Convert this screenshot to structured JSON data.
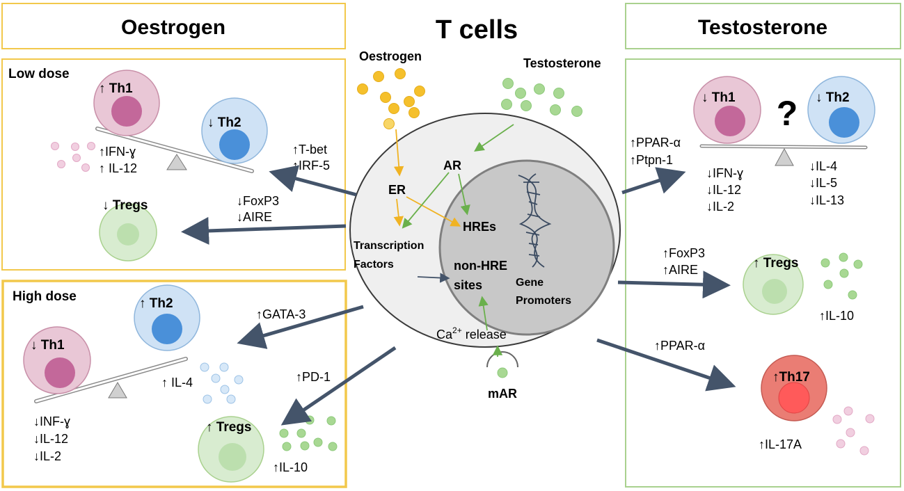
{
  "titles": {
    "oestrogen": "Oestrogen",
    "tcells": "T cells",
    "testosterone": "Testosterone"
  },
  "oestrogen_panel": {
    "low_dose": {
      "label": "Low dose",
      "th1": "↑ Th1",
      "th2": "↓ Th2",
      "cytokines": [
        "↑IFN-ɣ",
        "↑ IL-12"
      ],
      "tregs": "↓ Tregs",
      "th_factors": [
        "↑T-bet",
        "↑IRF-5"
      ],
      "treg_factors": [
        "↓FoxP3",
        "↓AIRE"
      ]
    },
    "high_dose": {
      "label": "High dose",
      "th1": "↓ Th1",
      "th2": "↑ Th2",
      "th2_factor": "↑GATA-3",
      "th2_cytokine": "↑ IL-4",
      "th1_cytokines": [
        "↓INF-ɣ",
        "↓IL-12",
        "↓IL-2"
      ],
      "tregs": "↑ Tregs",
      "treg_factor": "↑PD-1",
      "treg_cytokine": "↑IL-10"
    }
  },
  "tcell": {
    "oestrogen_label": "Oestrogen",
    "testosterone_label": "Testosterone",
    "er": "ER",
    "ar": "AR",
    "hres": "HREs",
    "tf_lines": [
      "Transcription",
      "Factors"
    ],
    "non_hre_lines": [
      "non-HRE",
      "sites"
    ],
    "gene_lines": [
      "Gene",
      "Promoters"
    ],
    "ca_base": "Ca",
    "ca_sup": "2+",
    "ca_rest": " release",
    "mar": "mAR"
  },
  "testosterone_panel": {
    "th1": "↓ Th1",
    "th2": "↓ Th2",
    "question": "?",
    "factors": [
      "↑PPAR-α",
      "↑Ptpn-1"
    ],
    "th1_cytokines": [
      "↓IFN-ɣ",
      "↓IL-12",
      "↓IL-2"
    ],
    "th2_cytokines": [
      "↓IL-4",
      "↓IL-5",
      "↓IL-13"
    ],
    "treg_factors": [
      "↑FoxP3",
      "↑AIRE"
    ],
    "tregs": "↑ Tregs",
    "treg_cytokine": "↑IL-10",
    "th17_factor": "↑PPAR-α",
    "th17": "↑Th17",
    "th17_cytokine": "↑IL-17A"
  },
  "colors": {
    "oestrogen_frame": "#f2c84b",
    "testosterone_frame": "#a9d18e",
    "arrow": "#44546a",
    "oestrogen_dot": "#f5c02c",
    "testosterone_dot": "#8cc97a",
    "th1_fill": "#e9c7d6",
    "th1_nucleus": "#c3689a",
    "th2_fill": "#cfe2f5",
    "th2_nucleus": "#4a90d9",
    "treg_fill": "#d8ecd0",
    "treg_nucleus": "#bcdfae",
    "th17_fill": "#ea7d74",
    "th17_nucleus": "#ff5a5a",
    "cell_outer": "#efefef",
    "nucleus": "#c8c8c8"
  }
}
